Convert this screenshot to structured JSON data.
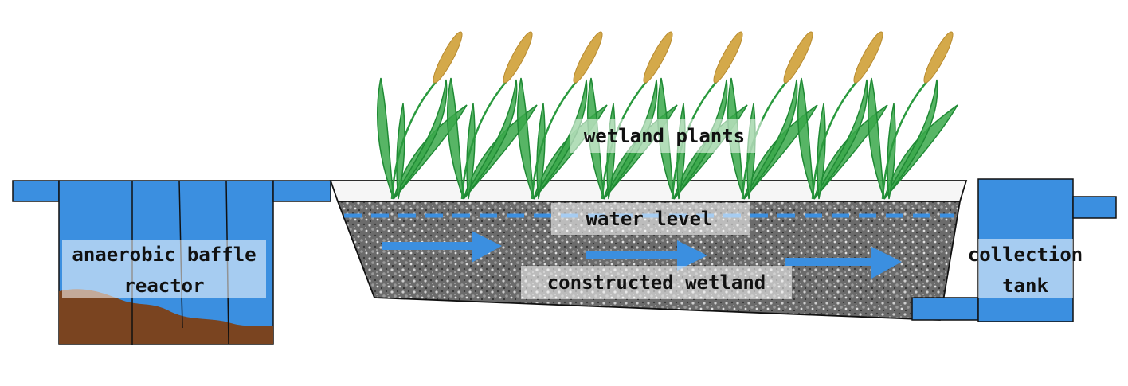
{
  "labels": {
    "reactor_line1": "anaerobic baffle",
    "reactor_line2": "reactor",
    "plants": "wetland plants",
    "water_level": "water level",
    "wetland": "constructed wetland",
    "tank_line1": "collection",
    "tank_line2": "tank"
  },
  "colors": {
    "water": "#3b8fe0",
    "sludge": "#7a4420",
    "gravel": "#6e6e6e",
    "plant": "#3aa84a",
    "seed": "#d4a94a"
  },
  "plants_count": 8
}
